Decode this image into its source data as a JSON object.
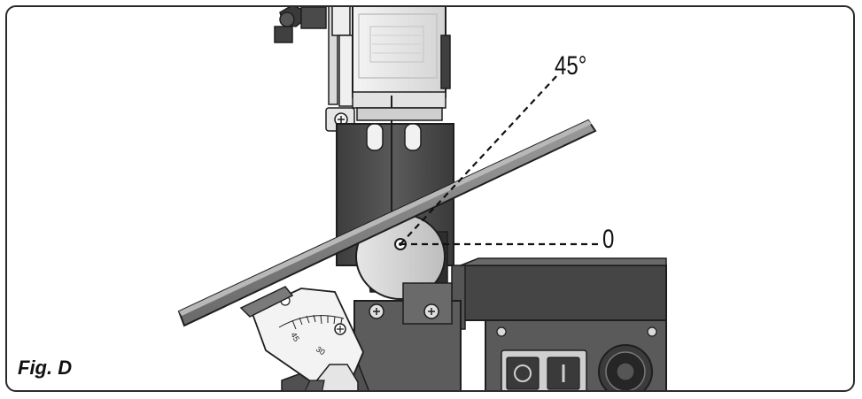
{
  "figure": {
    "caption": "Fig. D",
    "angle_labels": {
      "high": "45°",
      "zero": "0"
    },
    "scale_numbers": {
      "first": "45",
      "second": "30"
    }
  },
  "colors": {
    "body_dark": "#4a4a4a",
    "body_mid": "#6e6e6e",
    "body_light": "#d9d9d9",
    "outline": "#1e1e1e",
    "frame": "#2a2a2a"
  }
}
